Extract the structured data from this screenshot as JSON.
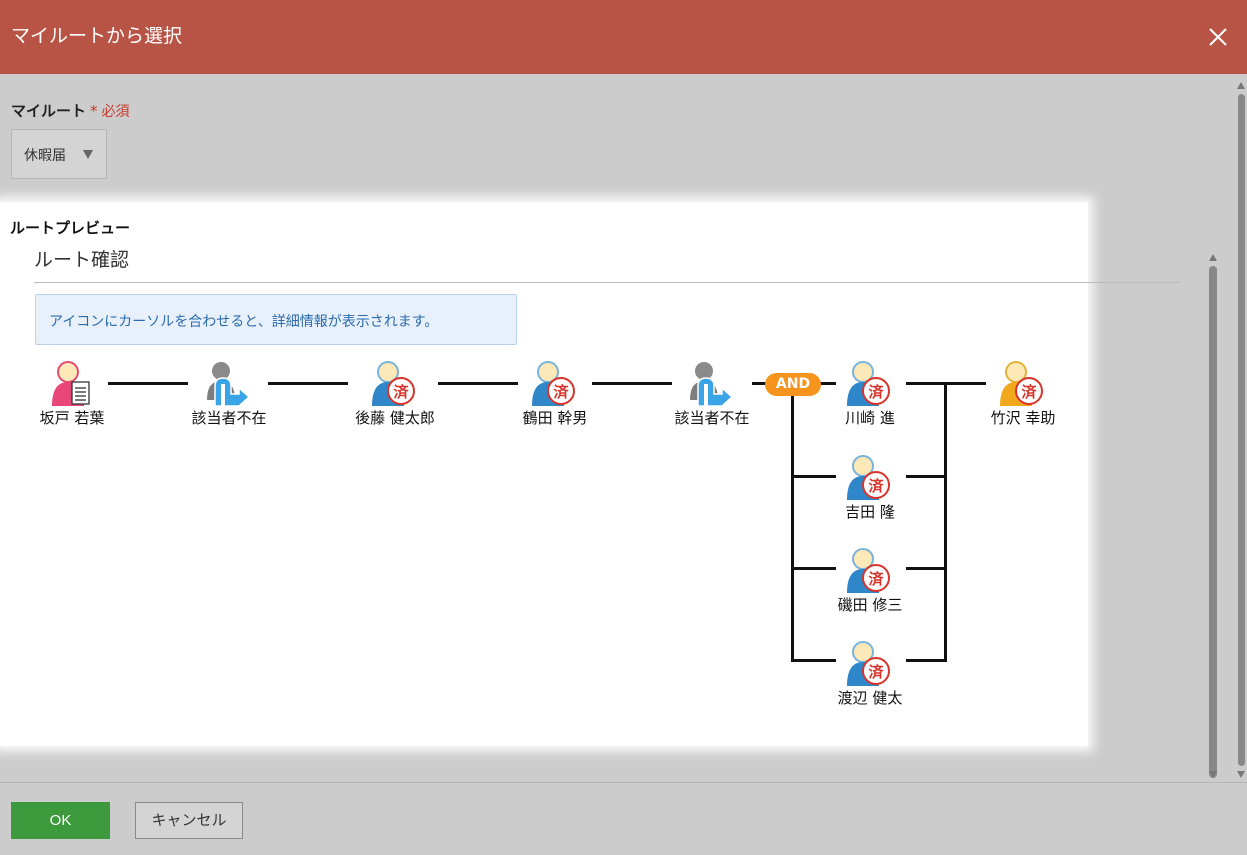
{
  "dialog": {
    "title": "マイルートから選択",
    "close_icon": "close-icon"
  },
  "myroute": {
    "label": "マイルート",
    "required_mark": "*",
    "required_text": "必須",
    "selected": "休暇届"
  },
  "preview": {
    "label": "ルートプレビュー",
    "heading": "ルート確認",
    "info": "アイコンにカーソルを合わせると、詳細情報が表示されます。",
    "and_label": "AND",
    "nodes": [
      {
        "name": "坂戸 若葉",
        "icon": "applicant-icon"
      },
      {
        "name": "該当者不在",
        "icon": "skip-user-icon"
      },
      {
        "name": "後藤 健太郎",
        "icon": "approved-user-icon"
      },
      {
        "name": "鶴田 幹男",
        "icon": "approved-user-icon"
      },
      {
        "name": "該当者不在",
        "icon": "skip-user-icon"
      },
      {
        "name": "川崎 進",
        "icon": "approved-user-icon"
      },
      {
        "name": "吉田 隆",
        "icon": "approved-user-icon"
      },
      {
        "name": "磯田 修三",
        "icon": "approved-user-icon"
      },
      {
        "name": "渡辺 健太",
        "icon": "approved-user-icon"
      },
      {
        "name": "竹沢 幸助",
        "icon": "approved-final-icon"
      }
    ],
    "stamp_text": "済"
  },
  "footer": {
    "ok_label": "OK",
    "cancel_label": "キャンセル"
  },
  "colors": {
    "titlebar": "#b85446",
    "ok": "#3c9a3c",
    "and_badge": "#f7941d",
    "stamp": "#d9342b",
    "info_text": "#2a6aad"
  }
}
